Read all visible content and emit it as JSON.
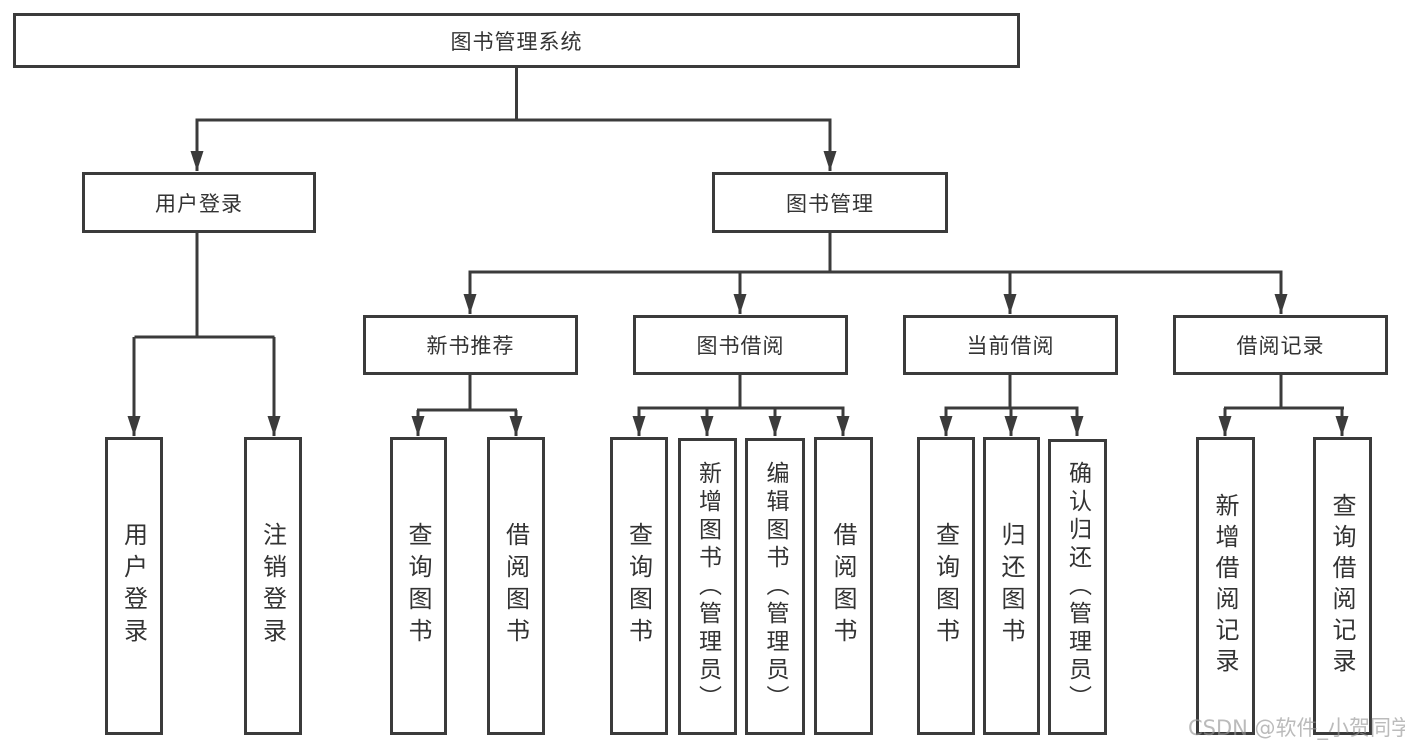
{
  "diagram": {
    "root": "图书管理系统",
    "level2": [
      "用户登录",
      "图书管理"
    ],
    "level3": [
      "新书推荐",
      "图书借阅",
      "当前借阅",
      "借阅记录"
    ],
    "leaves": {
      "user_login": [
        "用户登录",
        "注销登录"
      ],
      "new_book_recommend": [
        "查询图书",
        "借阅图书"
      ],
      "book_borrow": [
        "查询图书",
        "新增图书（管理员）",
        "编辑图书（管理员）",
        "借阅图书"
      ],
      "current_borrow": [
        "查询图书",
        "归还图书",
        "确认归还（管理员）"
      ],
      "borrow_records": [
        "新增借阅记录",
        "查询借阅记录"
      ]
    }
  },
  "watermark": "CSDN @软件_小贺同学",
  "colors": {
    "line": "#3b3b3b",
    "box_border": "#3b3b3b",
    "box_background": "#ffffff",
    "text": "#333333",
    "watermark": "#b0b0b0"
  }
}
